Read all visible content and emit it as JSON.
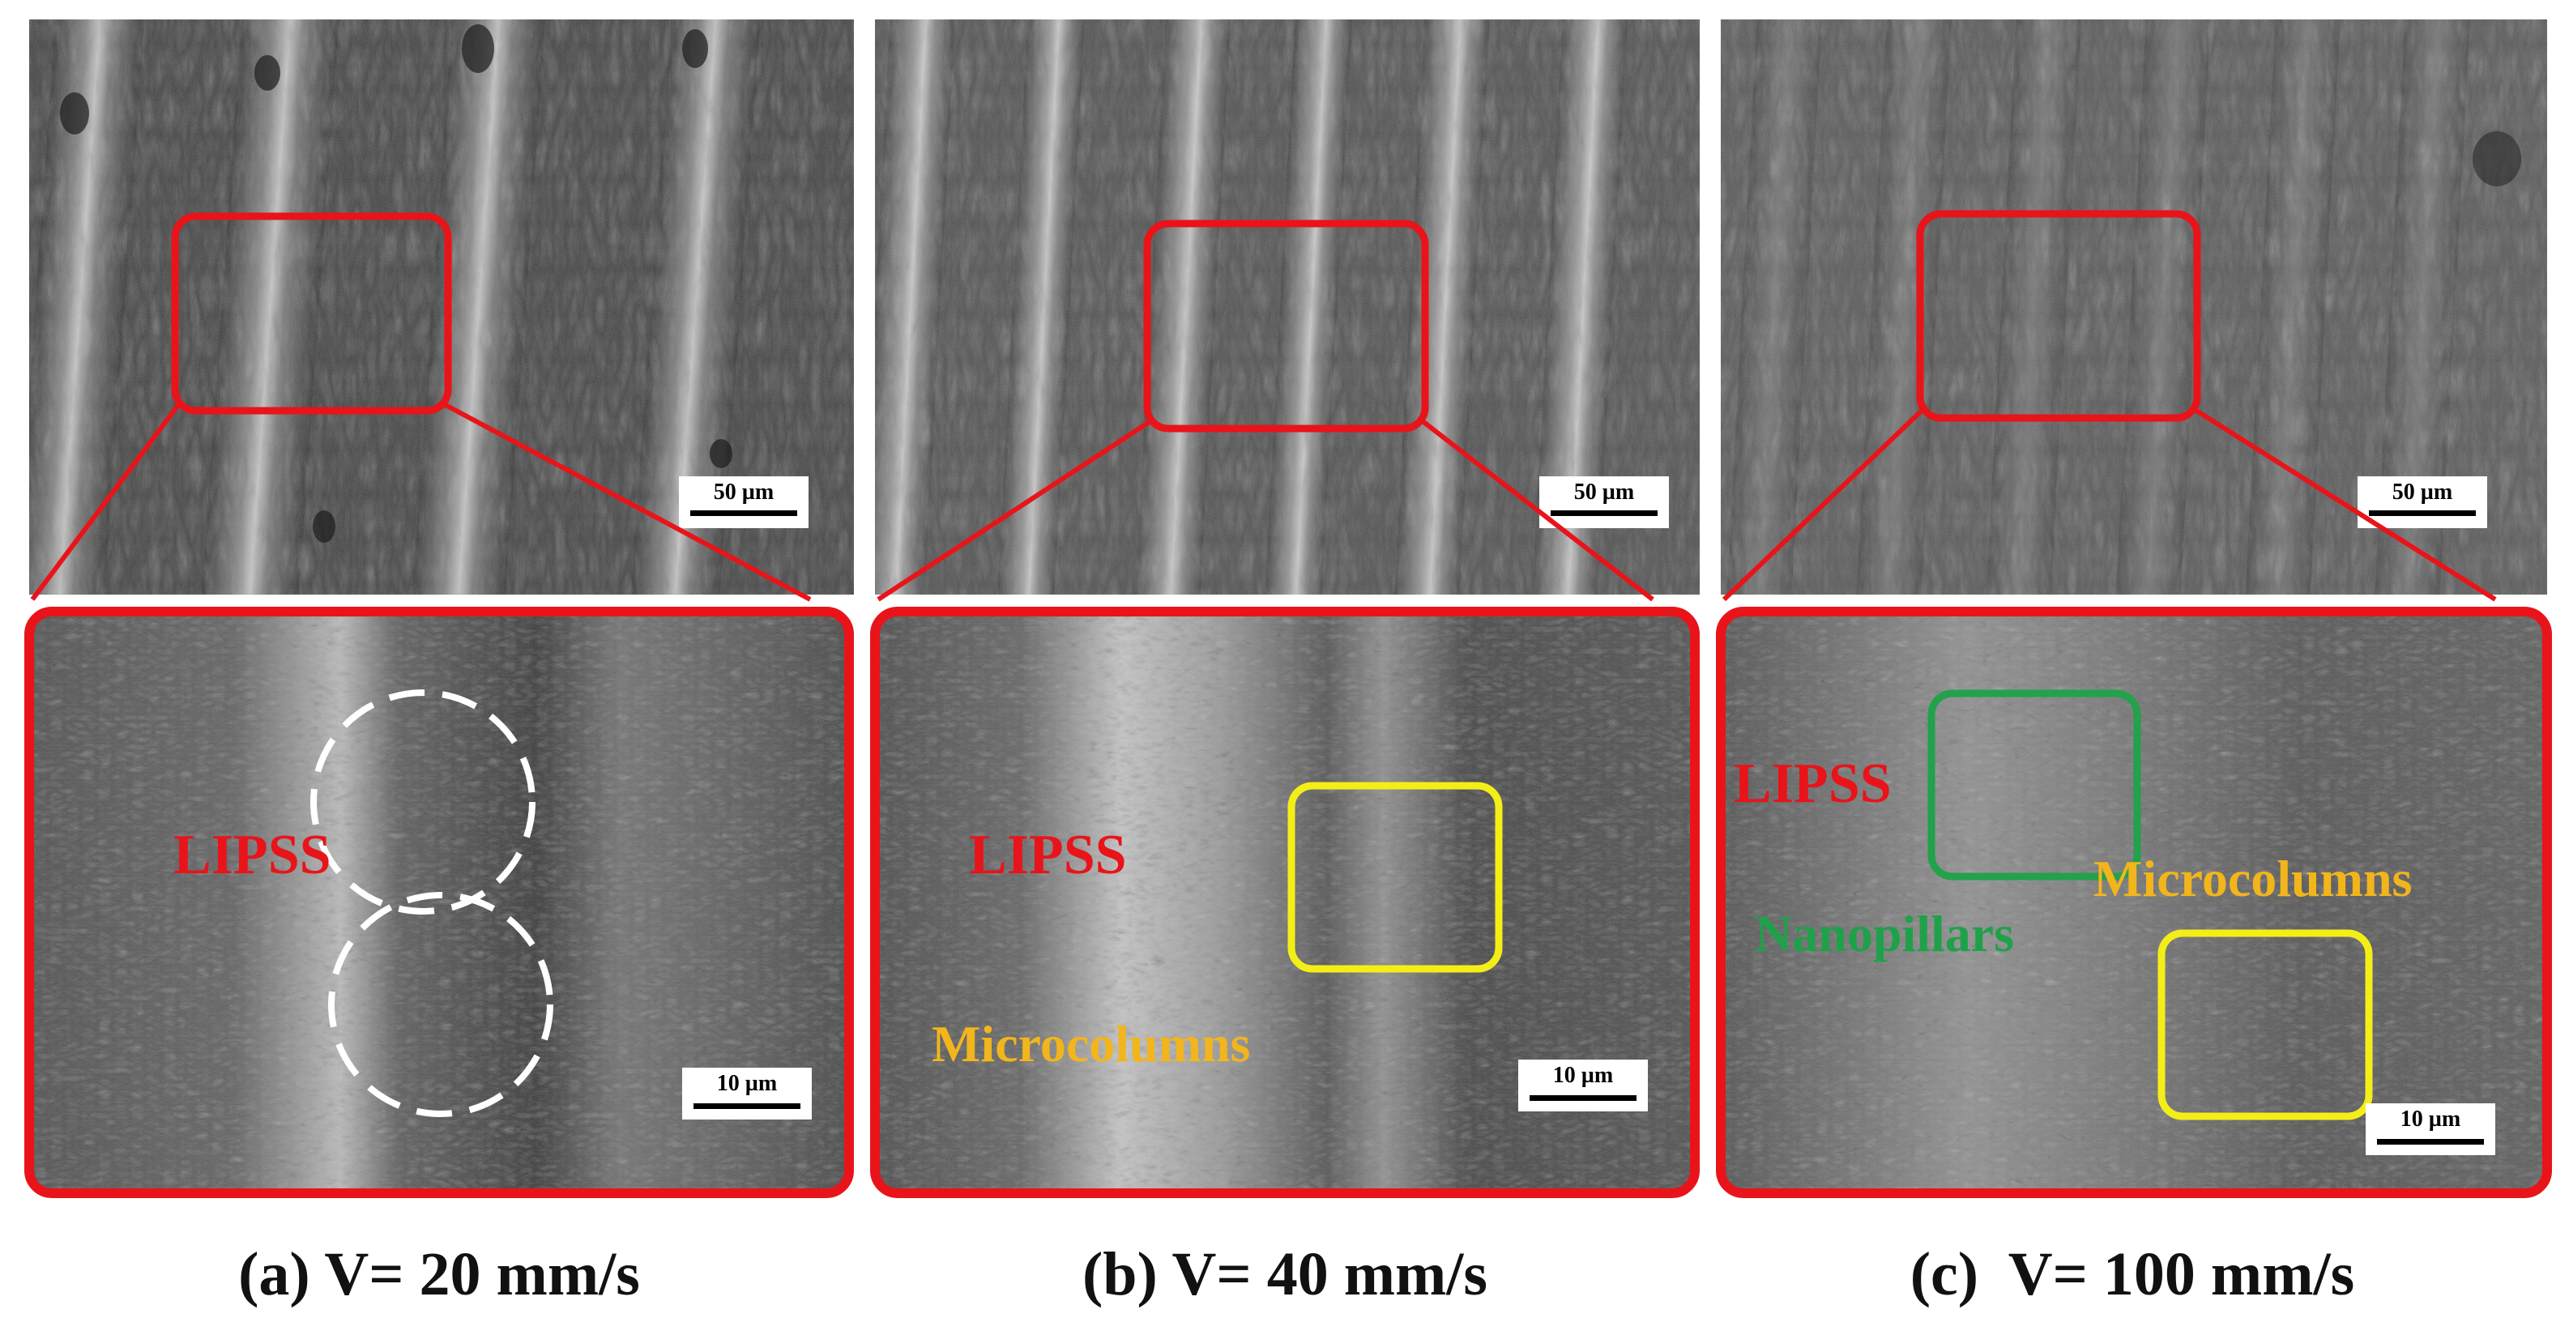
{
  "panels": [
    {
      "caption": "(a) V= 20 mm/s",
      "top_scale": "50 µm",
      "bottom_scale": "10 µm",
      "labels": {
        "lipss": "LIPSS"
      }
    },
    {
      "caption": "(b) V= 40 mm/s",
      "top_scale": "50 µm",
      "bottom_scale": "10 µm",
      "labels": {
        "lipss": "LIPSS",
        "microcolumns": "Microcolumns"
      }
    },
    {
      "caption": "(c)  V= 100 mm/s",
      "top_scale": "50 µm",
      "bottom_scale": "10 µm",
      "labels": {
        "lipss": "LIPSS",
        "nanopillars": "Nanopillars",
        "microcolumns": "Microcolumns"
      }
    }
  ],
  "colors": {
    "frame_red": "#e8141a",
    "lipss_red": "#e8141a",
    "microcolumns_orange": "#f2b51c",
    "nanopillars_green": "#1fa14a",
    "highlight_yellow": "#f4ee18",
    "highlight_green": "#22a24a",
    "circle_white": "#ffffff"
  }
}
